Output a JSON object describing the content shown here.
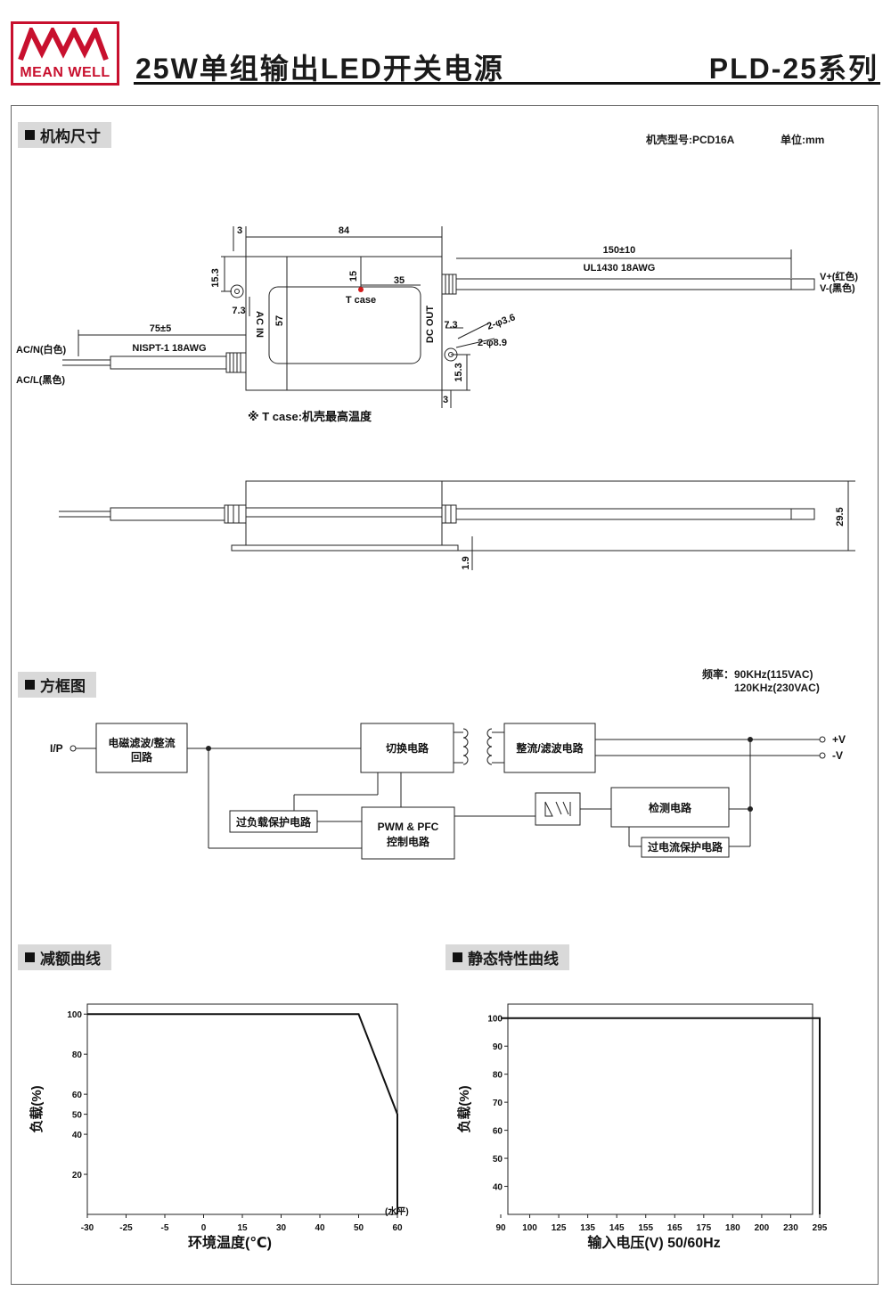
{
  "header": {
    "brand_text": "MEAN WELL",
    "doc_title": "25W单组输出LED开关电源",
    "series": "PLD-25系列",
    "brand_color": "#c8102e"
  },
  "mechanical": {
    "section_title": "机构尺寸",
    "case_info": "机壳型号:PCD16A",
    "unit_info": "单位:mm",
    "dims": {
      "d3_top": "3",
      "d84": "84",
      "d150": "150±10",
      "cable_out": "UL1430 18AWG",
      "d15_3_left": "15.3",
      "d15": "15",
      "d35": "35",
      "d57": "57",
      "d7_3_left": "7.3",
      "d7_3_right": "7.3",
      "d75": "75±5",
      "cable_in": "NISPT-1 18AWG",
      "hole_small": "2-φ3.6",
      "hole_large": "2-φ8.9",
      "d15_3_right": "15.3",
      "d3_bottom": "3",
      "d29_5": "29.5",
      "d1_9": "1.9"
    },
    "labels": {
      "tcase": "T case",
      "ac_in": "AC IN",
      "dc_out": "DC OUT",
      "acn": "AC/N(白色)",
      "acl": "AC/L(黑色)",
      "vplus": "V+(红色)",
      "vminus": "V-(黑色)",
      "note": "※ T case:机壳最高温度"
    }
  },
  "block": {
    "section_title": "方框图",
    "freq_1": "频率：90KHz(115VAC)",
    "freq_2": "120KHz(230VAC)",
    "ip": "I/P",
    "emi_1": "电磁滤波/整流",
    "emi_2": "回路",
    "switch": "切换电路",
    "rect": "整流/滤波电路",
    "olp": "过负载保护电路",
    "pwm_1": "PWM & PFC",
    "pwm_2": "控制电路",
    "detect": "检测电路",
    "ocp": "过电流保护电路",
    "out_plus": "+V",
    "out_minus": "-V"
  },
  "derating": {
    "section_title": "减额曲线",
    "xlabel": "环境温度(℃)",
    "ylabel": "负载(%)",
    "x_note": "(水平)"
  },
  "static": {
    "section_title": "静态特性曲线",
    "xlabel": "输入电压(V) 50/60Hz",
    "ylabel": "负载(%)"
  },
  "chart_data": [
    {
      "type": "line",
      "title": "减额曲线",
      "xlabel": "环境温度(℃)",
      "ylabel": "负载(%)",
      "x_ticks": [
        "-30",
        "-25",
        "-5",
        "0",
        "15",
        "30",
        "40",
        "50",
        "60"
      ],
      "y_ticks": [
        "100",
        "80",
        "60",
        "50",
        "40",
        "20"
      ],
      "series": [
        {
          "x": [
            "-30",
            "50",
            "60",
            "60"
          ],
          "y": [
            100,
            100,
            50,
            0
          ]
        }
      ],
      "ylim": [
        0,
        105
      ],
      "grid": false
    },
    {
      "type": "line",
      "title": "静态特性曲线",
      "xlabel": "输入电压(V) 50/60Hz",
      "ylabel": "负载(%)",
      "x_ticks": [
        "90",
        "100",
        "125",
        "135",
        "145",
        "155",
        "165",
        "175",
        "180",
        "200",
        "230",
        "295"
      ],
      "y_ticks": [
        "100",
        "90",
        "80",
        "70",
        "60",
        "50",
        "40"
      ],
      "series": [
        {
          "x": [
            "90",
            "295",
            "295"
          ],
          "y": [
            100,
            100,
            30
          ]
        }
      ],
      "ylim": [
        30,
        105
      ],
      "grid": false
    }
  ]
}
